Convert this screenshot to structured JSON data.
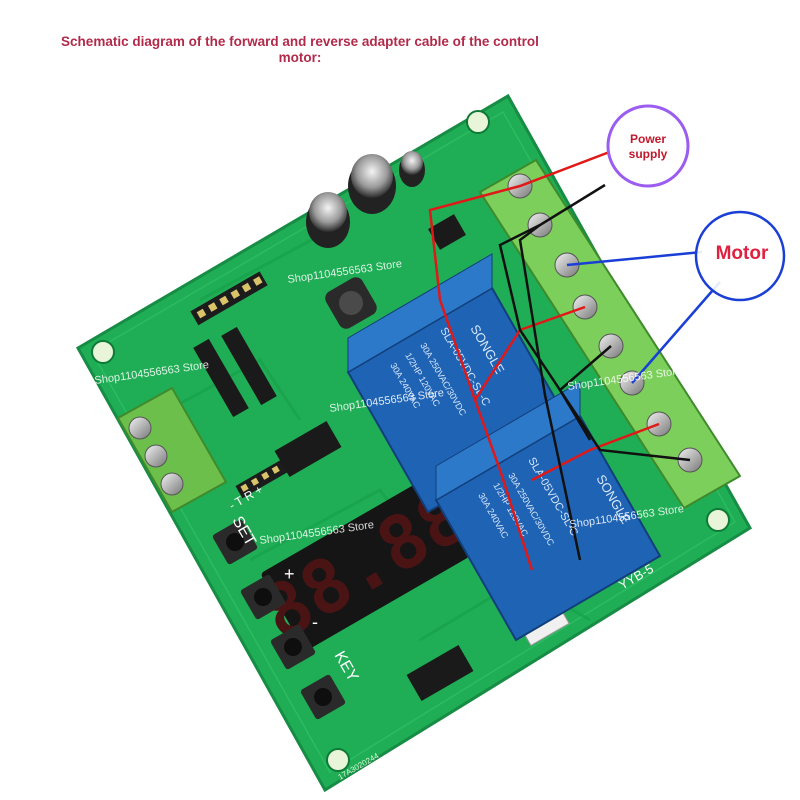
{
  "title": "Schematic diagram of the forward and reverse adapter cable of the control motor:",
  "labels": {
    "power_supply": "Power supply",
    "motor": "Motor",
    "set": "SET",
    "plus": "+",
    "minus": "-",
    "key": "KEY",
    "board_model": "YYB-5",
    "relay_brand": "SONGLE",
    "relay_model": "SLA-05VDC-SL-C",
    "relay_spec_1": "30A 250VAC/30VDC",
    "relay_spec_2": "1/2HP 120VAC",
    "relay_spec_3": "30A 240VAC",
    "header_text": "- T R +",
    "serial": "17A3020244",
    "display": "88.88"
  },
  "watermarks": [
    "Shop1104556563 Store",
    "Shop1104556563 Store",
    "Shop1104556563 Store",
    "Shop1104556563 Store",
    "Shop1104556563 Store",
    "Shop1104556563 Store",
    "Shop1104556563 Store"
  ],
  "colors": {
    "pcb": "#1fae55",
    "pcb_edge": "#168c44",
    "terminal": "#7ccf5a",
    "relay": "#1f63b5",
    "wire_red": "#e01818",
    "wire_black": "#111111",
    "circle_power": "#9b5cf0",
    "circle_motor": "#1a3fd6",
    "title": "#b22a4a"
  }
}
